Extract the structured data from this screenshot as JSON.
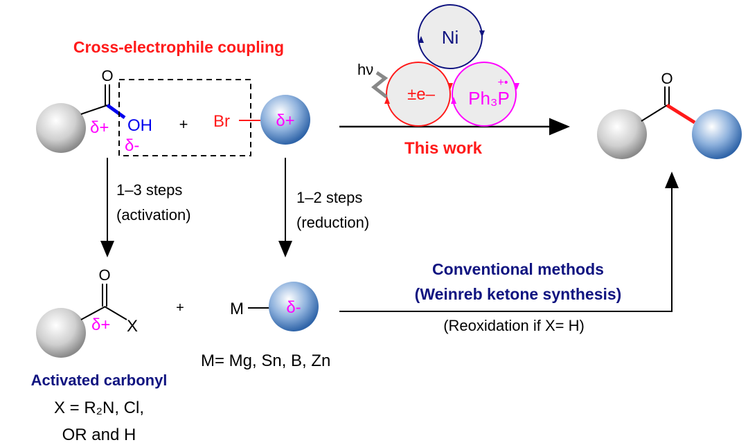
{
  "title": "Cross-electrophile coupling",
  "top_reaction": {
    "acid_O": "O",
    "acid_OH": "OH",
    "delta_plus": "δ+",
    "delta_minus": "δ-",
    "plus": "+",
    "bromide": "Br",
    "this_work": "This work"
  },
  "catalysis": {
    "light": "hν",
    "ni": "Ni",
    "electron": "±e–",
    "phosphine": "Ph₃P",
    "radical_cation": "+•"
  },
  "product": {
    "O": "O"
  },
  "activation": {
    "steps": "1–3 steps",
    "label": "(activation)"
  },
  "reduction": {
    "steps": "1–2 steps",
    "label": "(reduction)"
  },
  "bottom": {
    "O": "O",
    "X": "X",
    "M": "M",
    "metals": "M= Mg, Sn, B, Zn",
    "activated_title": "Activated carbonyl",
    "x_line1": "X = R₂N, Cl,",
    "x_line2": "OR and H"
  },
  "conventional": {
    "title": "Conventional methods",
    "subtitle": "(Weinreb ketone synthesis)",
    "note": "(Reoxidation if X= H)"
  },
  "colors": {
    "red": "#ff1a1a",
    "magenta": "#ff00ff",
    "navy": "#101480",
    "blue": "#0000ee"
  }
}
